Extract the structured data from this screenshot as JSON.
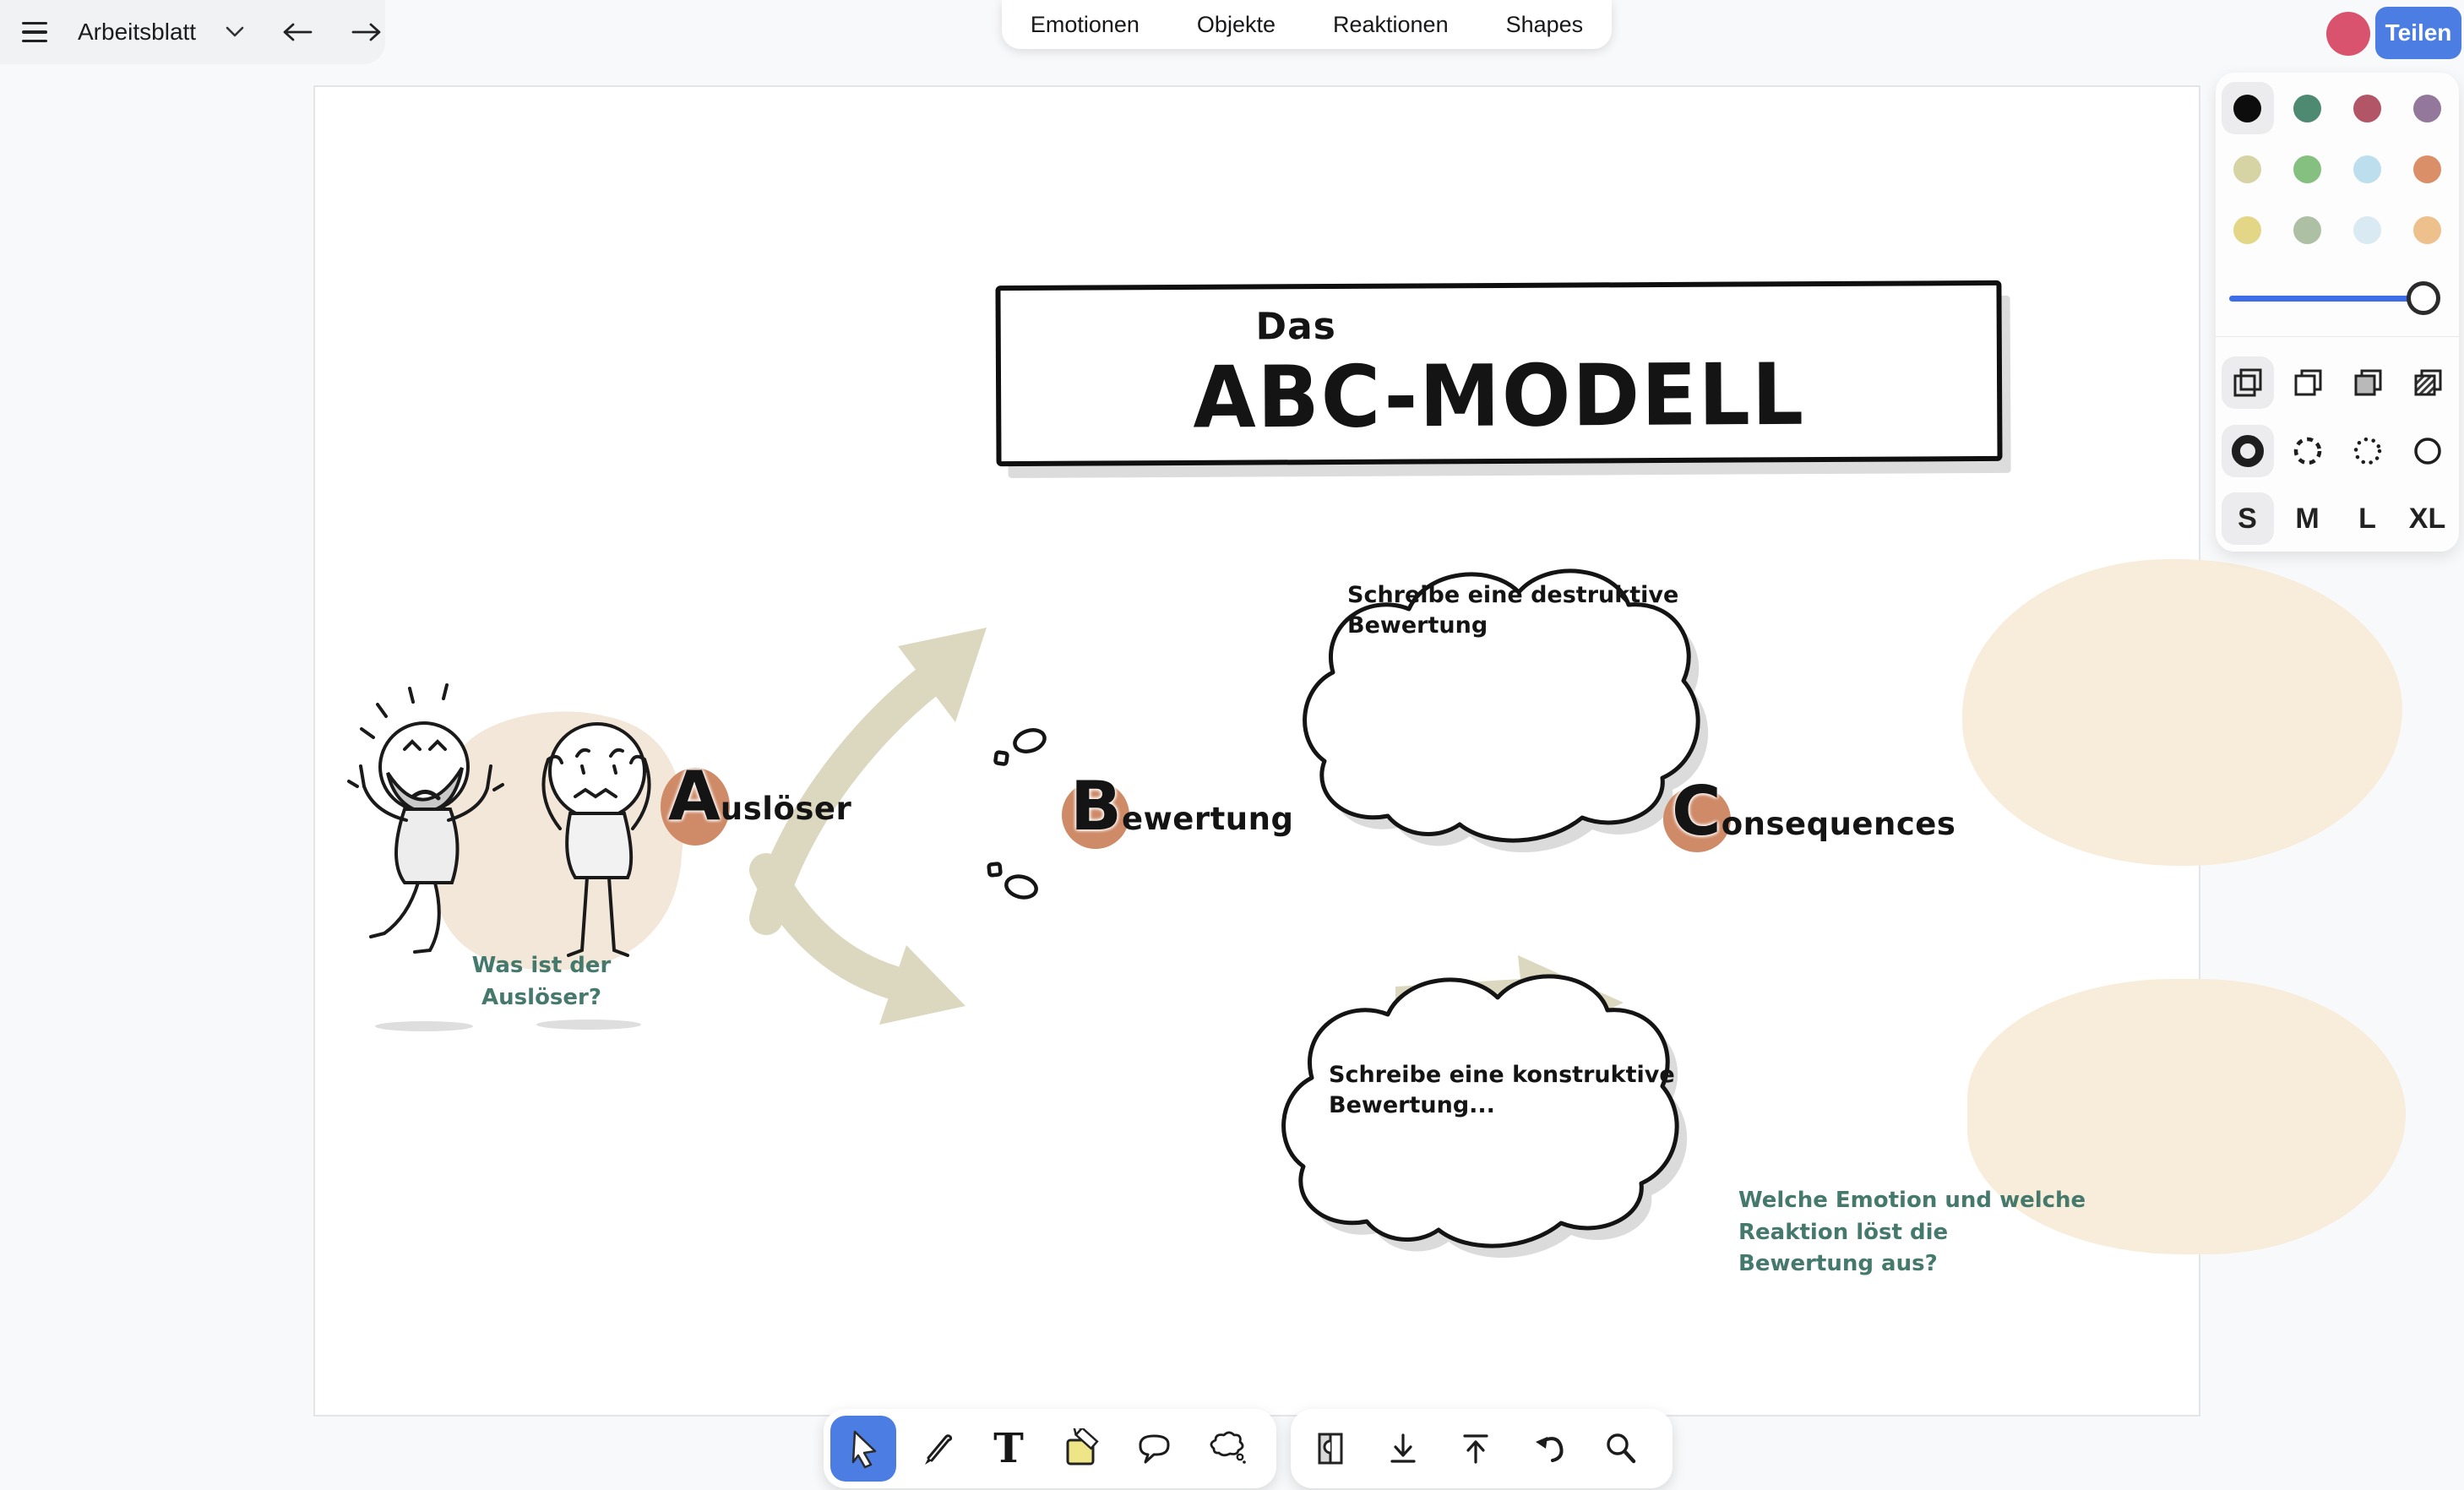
{
  "app": {
    "doc_title": "Arbeitsblatt",
    "share_label": "Teilen"
  },
  "header": {
    "tabs": [
      {
        "label": "Emotionen"
      },
      {
        "label": "Objekte"
      },
      {
        "label": "Reaktionen"
      },
      {
        "label": "Shapes"
      }
    ]
  },
  "style_panel": {
    "colors": [
      {
        "name": "black",
        "hex": "#0d0d0d",
        "selected": true
      },
      {
        "name": "teal",
        "hex": "#4e8a72"
      },
      {
        "name": "rose",
        "hex": "#b25667"
      },
      {
        "name": "purple",
        "hex": "#94789b"
      },
      {
        "name": "olive",
        "hex": "#d6d3a4"
      },
      {
        "name": "green",
        "hex": "#85c080"
      },
      {
        "name": "light-blue",
        "hex": "#bcdeed"
      },
      {
        "name": "salmon",
        "hex": "#da8f68"
      },
      {
        "name": "yellow",
        "hex": "#e3d687"
      },
      {
        "name": "sage",
        "hex": "#adc0a4"
      },
      {
        "name": "pale-blue",
        "hex": "#daeaf3"
      },
      {
        "name": "peach",
        "hex": "#eec08b"
      }
    ],
    "slider_percent": 95,
    "fill_styles": [
      "outline-overlap",
      "white-shadow",
      "solid-gray",
      "hatched"
    ],
    "selected_fill": "outline-overlap",
    "stroke_styles": [
      "bold",
      "dashed",
      "dotted",
      "thin"
    ],
    "selected_stroke": "bold",
    "sizes": [
      {
        "label": "S"
      },
      {
        "label": "M"
      },
      {
        "label": "L"
      },
      {
        "label": "XL"
      }
    ],
    "selected_size": "S"
  },
  "canvas": {
    "title_small": "Das",
    "title_large": "ABC-MODELL",
    "labels": {
      "a_initial": "A",
      "a_rest": "uslöser",
      "b_initial": "B",
      "b_rest": "ewertung",
      "c_initial": "C",
      "c_rest": "onsequences"
    },
    "cloud_top_text": "Schreibe eine destruktive Bewertung",
    "cloud_bottom_text": "Schreibe eine konstruktive Bewertung...",
    "question_left": "Was ist der Auslöser?",
    "question_right_lines": [
      "Welche Emotion und welche",
      "Reaktion löst die",
      "Bewertung aus?"
    ]
  },
  "toolbar": {
    "selected_tool": "select",
    "tools": [
      {
        "name": "select",
        "icon": "cursor-icon"
      },
      {
        "name": "draw",
        "icon": "pencil-icon"
      },
      {
        "name": "text",
        "icon": "text-icon"
      },
      {
        "name": "sticky-note",
        "icon": "sticky-note-icon"
      },
      {
        "name": "speech-bubble",
        "icon": "speech-bubble-icon"
      },
      {
        "name": "thought-bubble",
        "icon": "thought-bubble-icon"
      }
    ]
  },
  "actions_toolbar": {
    "actions": [
      {
        "name": "frame",
        "icon": "frame-icon"
      },
      {
        "name": "download",
        "icon": "download-icon"
      },
      {
        "name": "upload",
        "icon": "upload-icon"
      },
      {
        "name": "undo",
        "icon": "undo-icon"
      },
      {
        "name": "zoom",
        "icon": "magnifier-icon"
      }
    ]
  },
  "colors": {
    "accent_blue": "#4b7de2",
    "slider_blue": "#3d6ee8",
    "avatar_pink": "#d9536e",
    "arrow_olive": "#dcd8c0",
    "blob_peach": "#f8ecdb",
    "figure_blob_beige": "#f3e7d9",
    "badge_terracotta": "#cf8a67",
    "text_teal": "#44796b"
  }
}
